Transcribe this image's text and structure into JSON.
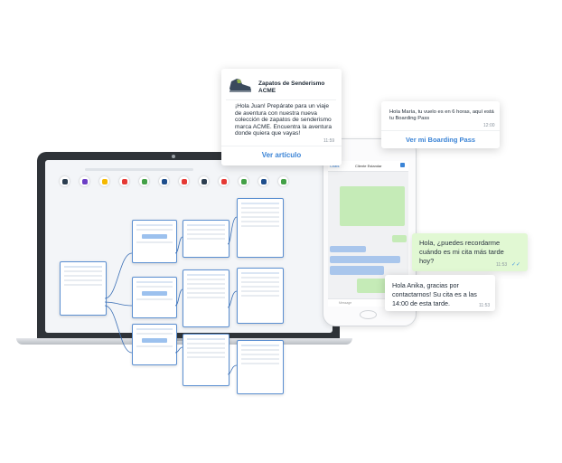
{
  "product_card": {
    "title": "Zapatos de Senderismo ACME",
    "message": "¡Hola Juan! Prepárate para un viaje de aventura con nuestra nueva colección de zapatos de senderismo marca ACME. Encuentra la aventura donde quiera que vayas!",
    "time": "11:59",
    "link_label": "Ver artículo"
  },
  "flight_card": {
    "message": "Hola María, tu vuelo es en 6 horas, aquí está tu Boarding Pass",
    "time": "12:00",
    "link_label": "Ver mi Boarding Pass"
  },
  "phone": {
    "back_label": "Chats",
    "contact_name": "Cliente Estandar",
    "input_placeholder": "Message"
  },
  "chat_bubble_user": {
    "message": "Hola, ¿puedes recordarme cuándo es mi cita más tarde hoy?",
    "time": "11:53"
  },
  "chat_bubble_reply": {
    "message": "Hola Anika, gracias por contactarnos! Su cita es a las 14:00 de esta tarde.",
    "time": "11:53"
  },
  "toolbar_icons": [
    {
      "name": "pin-icon",
      "color": "#2c3e50"
    },
    {
      "name": "image-icon",
      "color": "#6c3fc5"
    },
    {
      "name": "microphone-icon",
      "color": "#f5b800"
    },
    {
      "name": "video-icon",
      "color": "#e53935"
    },
    {
      "name": "attachment-icon",
      "color": "#43a047"
    },
    {
      "name": "location-icon",
      "color": "#1e4e8c"
    },
    {
      "name": "message-icon",
      "color": "#e53935"
    },
    {
      "name": "greater-equal-icon",
      "color": "#2c3e50"
    },
    {
      "name": "drop-icon",
      "color": "#e53935"
    },
    {
      "name": "chart-icon",
      "color": "#43a047"
    },
    {
      "name": "bot-icon",
      "color": "#1e4e8c"
    },
    {
      "name": "emoji-icon",
      "color": "#43a047"
    }
  ]
}
